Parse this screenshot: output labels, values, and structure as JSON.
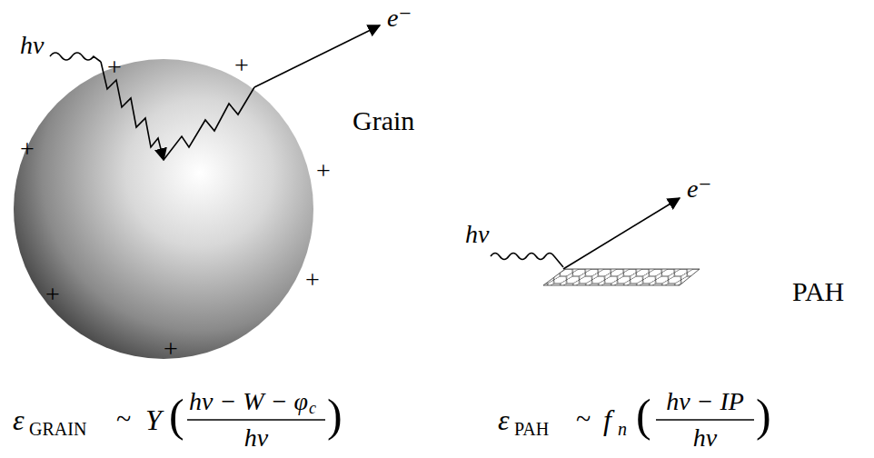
{
  "diagram": {
    "labels": [
      "hν",
      "e⁻",
      "+",
      "+",
      "+",
      "+",
      "+",
      "+",
      "+",
      "Grain",
      "hν",
      "e⁻",
      "PAH",
      "ε",
      "GRAIN",
      "~",
      "Y",
      "(",
      "hν − W − φ",
      "c",
      "hν",
      ")",
      "ε",
      "PAH",
      "~",
      "f",
      "n",
      "(",
      "hν − IP",
      "hν",
      ")"
    ]
  }
}
